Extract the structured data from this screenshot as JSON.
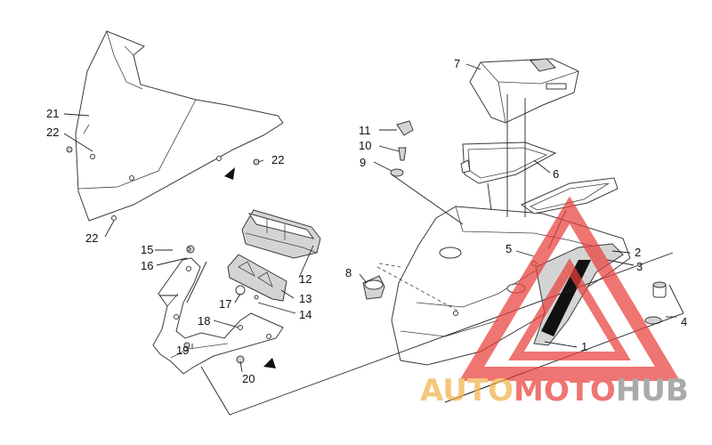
{
  "diagram": {
    "callouts": [
      "1",
      "2",
      "3",
      "4",
      "5",
      "6",
      "7",
      "8",
      "9",
      "10",
      "11",
      "12",
      "13",
      "14",
      "15",
      "16",
      "17",
      "18",
      "19",
      "20",
      "21",
      "22",
      "22",
      "22"
    ]
  },
  "watermark": {
    "part1": "AUTO",
    "part2": "MOTO",
    "part3": "HUB",
    "colors": {
      "triangle": "#e8413c",
      "auto": "#f2b24a",
      "moto": "#e8413c",
      "hub": "#8a8a8a"
    }
  }
}
